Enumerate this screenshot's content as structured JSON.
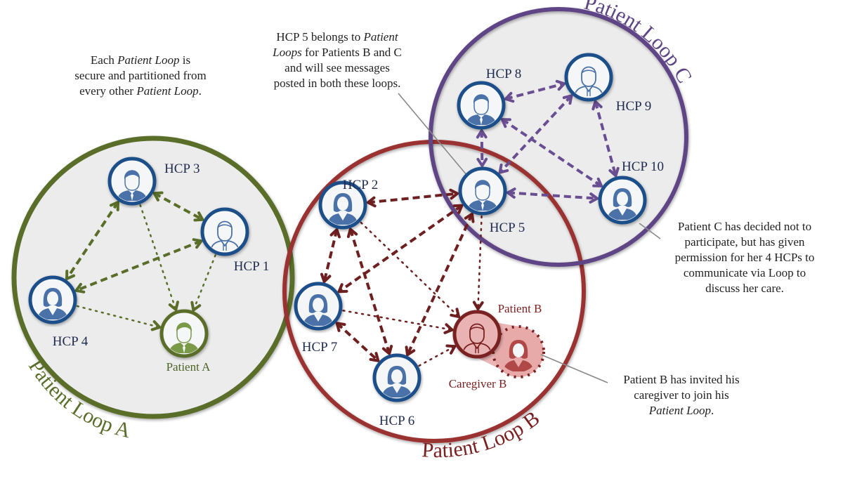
{
  "colors": {
    "loop_a": "#5a6e2a",
    "loop_b": "#9b3232",
    "loop_c": "#5e4585",
    "hcp_ring": "#1e4f8a",
    "hcp_fill": "#4a72a8",
    "patient_a": "#7a9a48",
    "patient_b": "#7a2020",
    "caregiver_bg": "#e8a9a9",
    "loop_fill": "#ececed",
    "node_label": "#1f2b4d",
    "callout_line": "#888888"
  },
  "loops": [
    {
      "id": "A",
      "title": "Patient Loop A"
    },
    {
      "id": "B",
      "title": "Patient Loop B"
    },
    {
      "id": "C",
      "title": "Patient Loop C"
    }
  ],
  "nodes": {
    "hcp1": {
      "label": "HCP 1",
      "icon": "male-outline-icon"
    },
    "hcp2": {
      "label": "HCP 2",
      "icon": "female-icon"
    },
    "hcp3": {
      "label": "HCP 3",
      "icon": "male-icon"
    },
    "hcp4": {
      "label": "HCP 4",
      "icon": "female-icon"
    },
    "hcp5": {
      "label": "HCP 5",
      "icon": "male-icon"
    },
    "hcp6": {
      "label": "HCP 6",
      "icon": "female-icon"
    },
    "hcp7": {
      "label": "HCP 7",
      "icon": "female-icon"
    },
    "hcp8": {
      "label": "HCP 8",
      "icon": "male-icon"
    },
    "hcp9": {
      "label": "HCP 9",
      "icon": "male-outline-icon"
    },
    "hcp10": {
      "label": "HCP 10",
      "icon": "female-icon"
    },
    "patientA": {
      "label": "Patient A",
      "icon": "male-icon"
    },
    "patientB": {
      "label": "Patient B",
      "icon": "male-outline-icon"
    },
    "caregiverB": {
      "label": "Caregiver B",
      "icon": "female-icon"
    }
  },
  "connections": [
    {
      "from": "hcp3",
      "to": "hcp1",
      "loop": "A",
      "style": "dashed"
    },
    {
      "from": "hcp3",
      "to": "hcp4",
      "loop": "A",
      "style": "dashed"
    },
    {
      "from": "hcp1",
      "to": "hcp4",
      "loop": "A",
      "style": "dashed"
    },
    {
      "from": "hcp3",
      "to": "patientA",
      "loop": "A",
      "style": "dotted"
    },
    {
      "from": "hcp1",
      "to": "patientA",
      "loop": "A",
      "style": "dotted"
    },
    {
      "from": "hcp4",
      "to": "patientA",
      "loop": "A",
      "style": "dotted"
    },
    {
      "from": "hcp2",
      "to": "hcp5",
      "loop": "B",
      "style": "dashed"
    },
    {
      "from": "hcp2",
      "to": "hcp7",
      "loop": "B",
      "style": "dashed"
    },
    {
      "from": "hcp2",
      "to": "hcp6",
      "loop": "B",
      "style": "dashed"
    },
    {
      "from": "hcp5",
      "to": "hcp7",
      "loop": "B",
      "style": "dashed"
    },
    {
      "from": "hcp5",
      "to": "hcp6",
      "loop": "B",
      "style": "dashed"
    },
    {
      "from": "hcp7",
      "to": "hcp6",
      "loop": "B",
      "style": "dashed"
    },
    {
      "from": "hcp2",
      "to": "patientB",
      "loop": "B",
      "style": "dotted"
    },
    {
      "from": "hcp5",
      "to": "patientB",
      "loop": "B",
      "style": "dotted"
    },
    {
      "from": "hcp7",
      "to": "patientB",
      "loop": "B",
      "style": "dotted"
    },
    {
      "from": "hcp6",
      "to": "patientB",
      "loop": "B",
      "style": "dotted"
    },
    {
      "from": "hcp8",
      "to": "hcp9",
      "loop": "C",
      "style": "dashed"
    },
    {
      "from": "hcp8",
      "to": "hcp5",
      "loop": "C",
      "style": "dashed"
    },
    {
      "from": "hcp8",
      "to": "hcp10",
      "loop": "C",
      "style": "dashed"
    },
    {
      "from": "hcp9",
      "to": "hcp5",
      "loop": "C",
      "style": "dashed"
    },
    {
      "from": "hcp9",
      "to": "hcp10",
      "loop": "C",
      "style": "dashed"
    },
    {
      "from": "hcp5",
      "to": "hcp10",
      "loop": "C",
      "style": "dashed"
    }
  ],
  "notes": {
    "partition": [
      "Each ",
      "Patient Loop",
      " is",
      "secure and partitioned from",
      "every other ",
      "Patient Loop",
      "."
    ],
    "hcp5": [
      "HCP 5 belongs to ",
      "Patient",
      "Loops",
      " for Patients B and C",
      "and will see messages",
      "posted in both these loops."
    ],
    "patientC": [
      "Patient C has decided not to",
      "participate, but has given",
      "permission for her 4 HCPs to",
      "communicate via Loop to",
      "discuss her care."
    ],
    "patientB": [
      "Patient B has invited his",
      "caregiver to join his",
      "Patient Loop",
      "."
    ]
  }
}
